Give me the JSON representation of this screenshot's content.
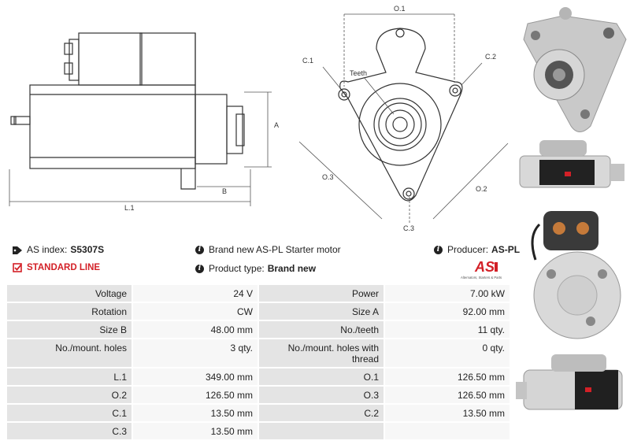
{
  "diagram": {
    "labels": {
      "o1": "O.1",
      "c1": "C.1",
      "c2": "C.2",
      "teeth": "Teeth",
      "a": "A",
      "b": "B",
      "l1": "L.1",
      "o3": "O.3",
      "o2": "O.2",
      "c3": "C.3"
    }
  },
  "info": {
    "as_index_label": "AS index:",
    "as_index_value": "S5307S",
    "standard_line": "STANDARD LINE",
    "description": "Brand new AS-PL Starter motor",
    "product_type_label": "Product type:",
    "product_type_value": "Brand new",
    "producer_label": "Producer:",
    "producer_value": "AS-PL",
    "logo_text": "AS",
    "logo_tagline": "Alternators, Starters & Parts"
  },
  "specs": [
    [
      "Voltage",
      "24 V",
      "Power",
      "7.00 kW"
    ],
    [
      "Rotation",
      "CW",
      "Size A",
      "92.00 mm"
    ],
    [
      "Size B",
      "48.00 mm",
      "No./teeth",
      "11 qty."
    ],
    [
      "No./mount. holes",
      "3 qty.",
      "No./mount. holes with thread",
      "0 qty."
    ],
    [
      "L.1",
      "349.00 mm",
      "O.1",
      "126.50 mm"
    ],
    [
      "O.2",
      "126.50 mm",
      "O.3",
      "126.50 mm"
    ],
    [
      "C.1",
      "13.50 mm",
      "C.2",
      "13.50 mm"
    ],
    [
      "C.3",
      "13.50 mm",
      "",
      ""
    ]
  ],
  "colors": {
    "accent_red": "#d32027",
    "label_bg": "#e4e4e4",
    "value_bg": "#f7f7f7"
  }
}
